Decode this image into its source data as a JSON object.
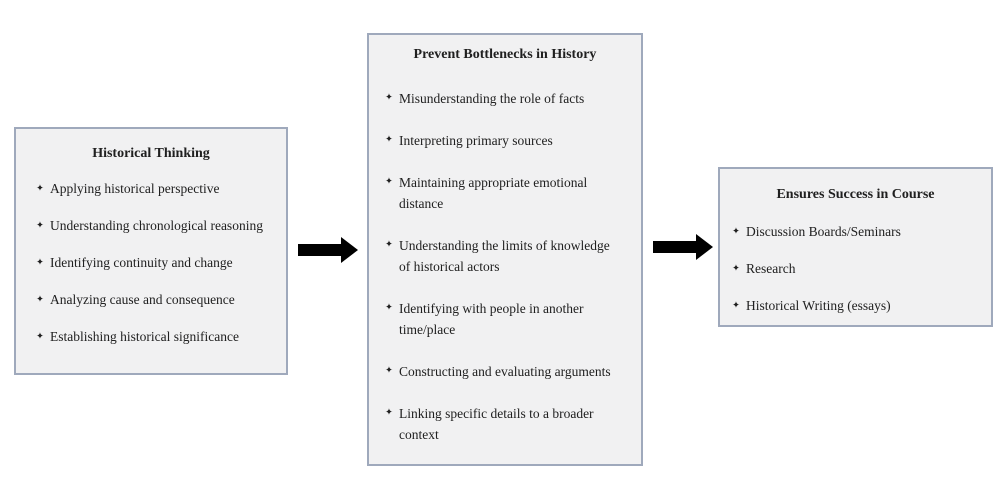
{
  "bullet_glyph": "✦",
  "colors": {
    "box_background": "#f1f1f2",
    "box_border": "#9fa9bc",
    "text": "#202020",
    "arrow": "#000000"
  },
  "boxes": [
    {
      "title": "Historical Thinking",
      "items": [
        "Applying historical perspective",
        "Understanding chronological reasoning",
        "Identifying continuity and change",
        "Analyzing cause and consequence",
        "Establishing historical significance"
      ]
    },
    {
      "title": "Prevent Bottlenecks in History",
      "items": [
        "Misunderstanding the role of facts",
        "Interpreting primary sources",
        "Maintaining appropriate emotional distance",
        "Understanding the limits of knowledge of historical actors",
        "Identifying with people in another time/place",
        "Constructing and evaluating arguments",
        "Linking specific details to a broader context"
      ]
    },
    {
      "title": "Ensures Success in Course",
      "items": [
        "Discussion Boards/Seminars",
        "Research",
        "Historical Writing (essays)"
      ]
    }
  ]
}
